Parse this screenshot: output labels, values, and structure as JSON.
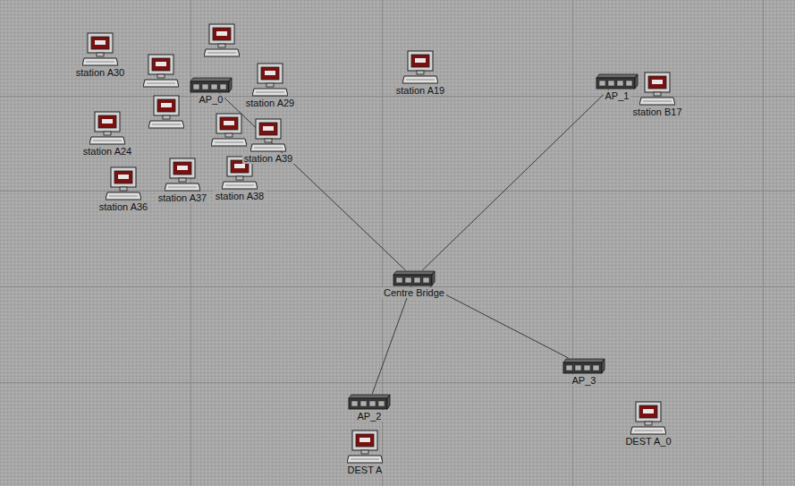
{
  "diagram": {
    "nodes": [
      {
        "text": [
          "station A30"
        ]
      },
      {
        "text": [
          "station A29"
        ]
      },
      {
        "text": [
          "AP_0"
        ]
      },
      {
        "text": [
          "station A24"
        ]
      },
      {
        "text": [
          "station A39"
        ]
      },
      {
        "text": [
          "station A36"
        ]
      },
      {
        "text": [
          "station A37"
        ]
      },
      {
        "text": [
          "station A38"
        ]
      },
      {
        "text": [
          "station A19"
        ]
      },
      {
        "text": [
          "AP_1"
        ]
      },
      {
        "text": [
          "station B17"
        ]
      },
      {
        "text": [
          "Centre Bridge"
        ]
      },
      {
        "text": [
          "AP_3"
        ]
      },
      {
        "text": [
          "AP_2"
        ]
      },
      {
        "text": [
          "DEST A"
        ]
      },
      {
        "text": [
          "DEST A_0"
        ]
      }
    ],
    "edges": [
      {
        "from": 11,
        "to": 2,
        "arrow": "none"
      },
      {
        "from": 11,
        "to": 9,
        "arrow": "none"
      },
      {
        "from": 11,
        "to": 13,
        "arrow": "none"
      },
      {
        "from": 11,
        "to": 12,
        "arrow": "none"
      }
    ]
  }
}
